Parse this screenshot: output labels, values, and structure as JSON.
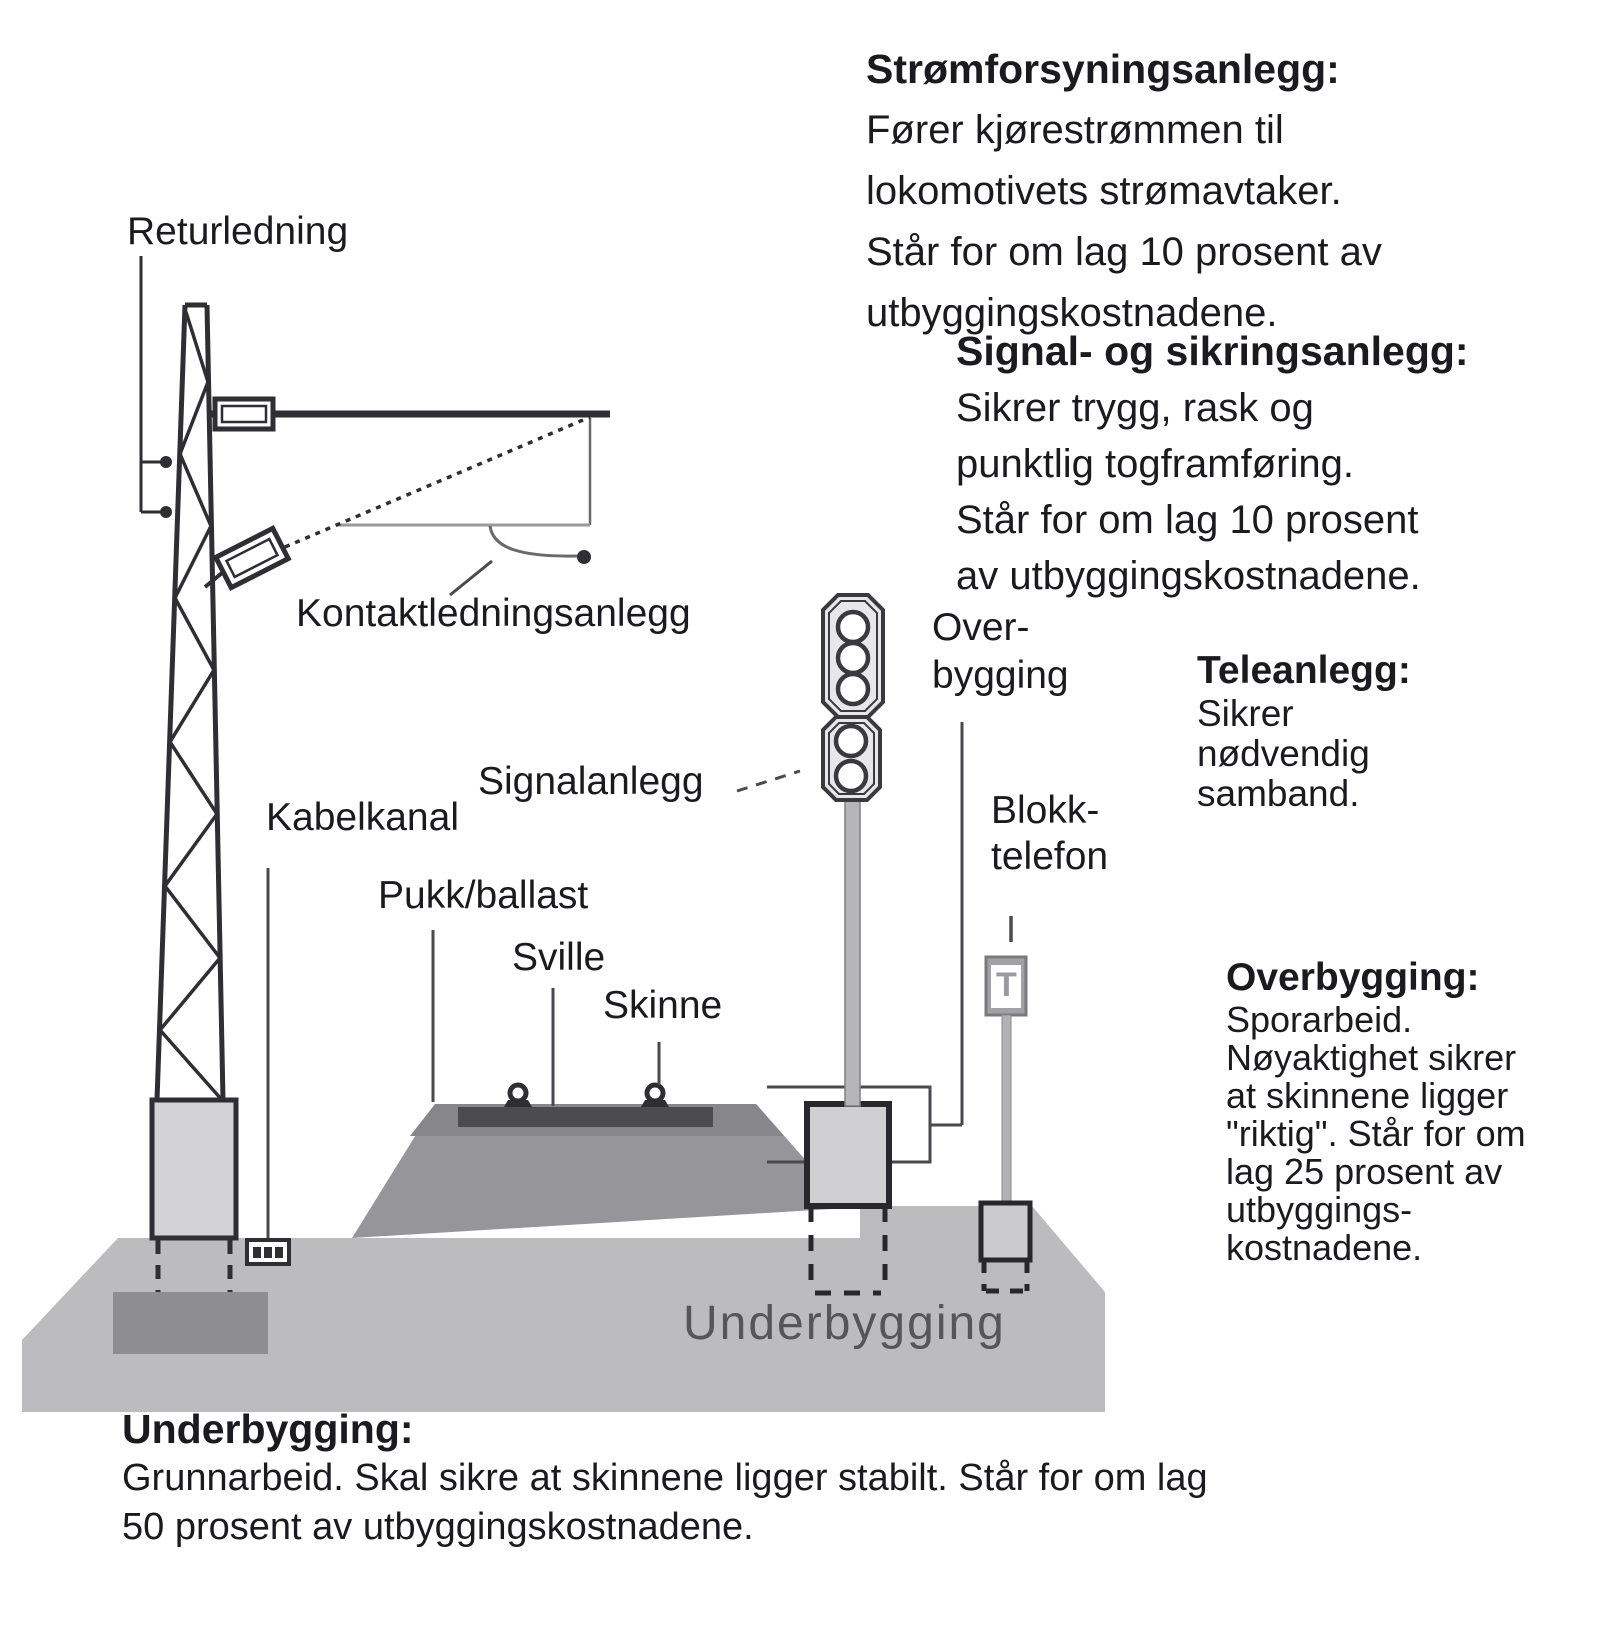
{
  "diagram": {
    "labels": {
      "returledning": "Returledning",
      "kontaktledningsanlegg": "Kontaktledningsanlegg",
      "signalanlegg": "Signalanlegg",
      "kabelkanal": "Kabelkanal",
      "pukk_ballast": "Pukk/ballast",
      "sville": "Sville",
      "skinne": "Skinne",
      "overbygging": [
        "Over-",
        "bygging"
      ],
      "blokktelefon": [
        "Blokk-",
        "telefon"
      ],
      "underbygging_ground": "Underbygging",
      "telefon_box_letter": "T"
    },
    "annotations": {
      "stromforsyningsanlegg": {
        "title": "Strømforsyningsanlegg:",
        "lines": [
          "Fører kjørestrømmen til",
          "lokomotivets strømavtaker.",
          "Står for om lag 10 prosent av",
          "utbyggingskostnadene."
        ]
      },
      "signal_og_sikringsanlegg": {
        "title": "Signal- og sikringsanlegg:",
        "lines": [
          "Sikrer trygg, rask og",
          "punktlig togframføring.",
          "Står for om lag 10 prosent",
          "av utbyggingskostnadene."
        ]
      },
      "teleanlegg": {
        "title": "Teleanlegg:",
        "lines": [
          "Sikrer",
          "nødvendig",
          "samband."
        ]
      },
      "overbygging": {
        "title": "Overbygging:",
        "lines": [
          "Sporarbeid.",
          "Nøyaktighet sikrer",
          "at skinnene ligger",
          "\"riktig\". Står for om",
          "lag 25 prosent av",
          "utbyggings-",
          "kostnadene."
        ]
      },
      "underbygging": {
        "title": "Underbygging:",
        "lines": [
          "Grunnarbeid. Skal sikre at skinnene ligger stabilt. Står for om lag",
          "50 prosent av utbyggingskostnadene."
        ]
      }
    },
    "colors": {
      "background": "#ffffff",
      "line_dark": "#2f2f33",
      "embankment_gray": "#bcbcbe",
      "ballast_gray": "#96969a",
      "ballast_dark": "#87878b",
      "sleeper_dark": "#4c4c50",
      "signal_head_fill": "#e7e7e9",
      "text_dark": "#1b1b1f",
      "underbygging_text_gray": "#55555a"
    }
  }
}
